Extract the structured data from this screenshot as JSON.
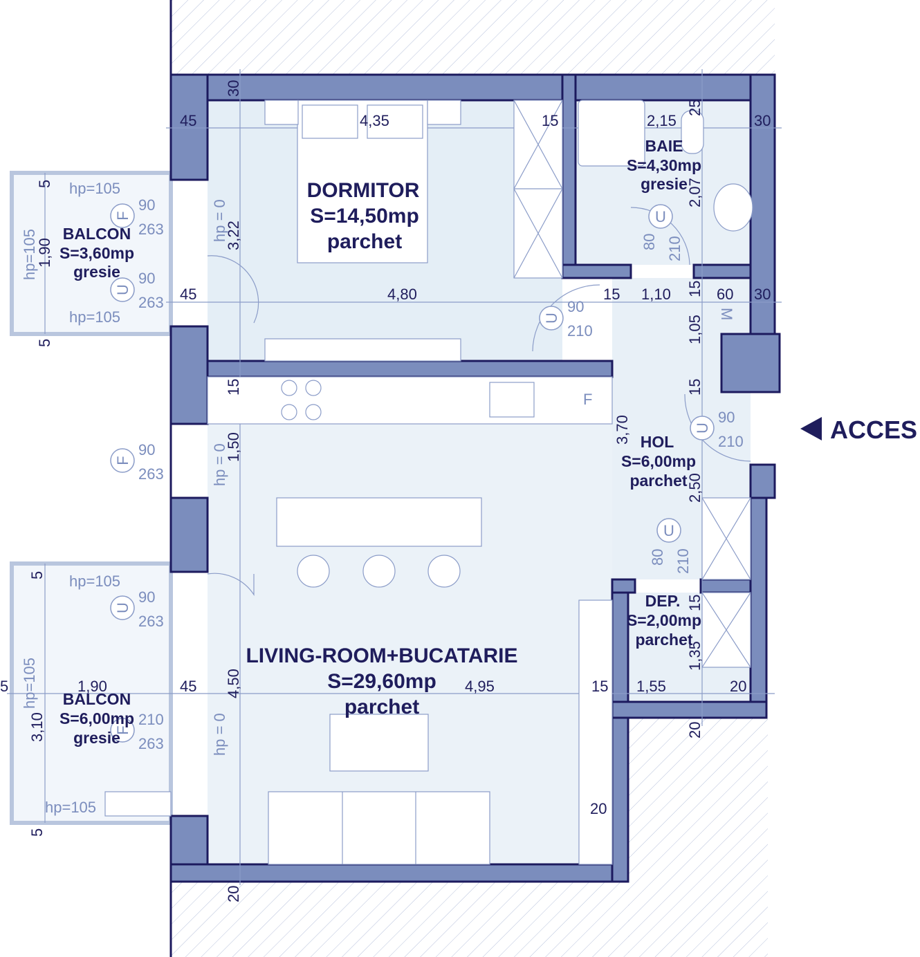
{
  "rooms": {
    "dormitor": {
      "name": "DORMITOR",
      "area": "S=14,50mp",
      "floor": "parchet"
    },
    "baie": {
      "name": "BAIE",
      "area": "S=4,30mp",
      "floor": "gresie"
    },
    "hol": {
      "name": "HOL",
      "area": "S=6,00mp",
      "floor": "parchet"
    },
    "dep": {
      "name": "DEP.",
      "area": "S=2,00mp",
      "floor": "parchet"
    },
    "living": {
      "name": "LIVING-ROOM+BUCATARIE",
      "area": "S=29,60mp",
      "floor": "parchet"
    },
    "balcon1": {
      "name": "BALCON",
      "area": "S=3,60mp",
      "floor": "gresie"
    },
    "balcon2": {
      "name": "BALCON",
      "area": "S=6,00mp",
      "floor": "gresie"
    }
  },
  "dims": [
    "45",
    "4,35",
    "15",
    "2,15",
    "25",
    "30",
    "45",
    "4,80",
    "15",
    "1,10",
    "15",
    "60",
    "30",
    "5",
    "1,90",
    "45",
    "4,95",
    "15",
    "1,55",
    "20",
    "30",
    "3,22",
    "1,90",
    "5",
    "5",
    "15",
    "1,50",
    "4,50",
    "3,10",
    "5",
    "5",
    "20",
    "3,70",
    "1,05",
    "15",
    "2,50",
    "2,07",
    "15",
    "1,35",
    "20",
    "20"
  ],
  "openings": {
    "window": "F",
    "door": "U",
    "w90": "90",
    "h263": "263",
    "h210": "210",
    "w80": "80",
    "hp105": "hp=105",
    "hp0": "hp = 0",
    "fridge": "F",
    "meter": "M"
  },
  "access": {
    "label": "ACCES"
  },
  "colors": {
    "wall": "#7b8dbd",
    "outline": "#1c1a5e",
    "floor": "#e4eef6",
    "text": "#1f1d5c",
    "annotation": "#7b8dbd"
  }
}
